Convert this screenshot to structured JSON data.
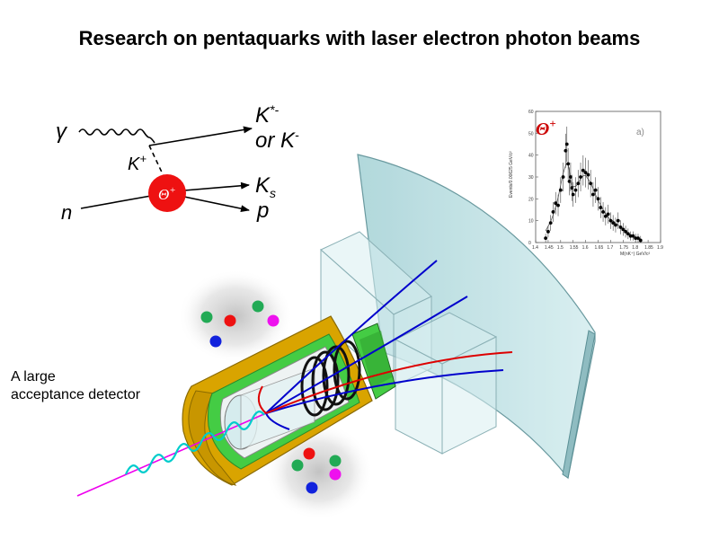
{
  "title": "Research on pentaquarks with laser electron photon beams",
  "detector_label": [
    "A large",
    "acceptance detector"
  ],
  "feynman": {
    "gamma": "γ",
    "kplus_base": "K",
    "kplus_sup": "+",
    "neutron": "n",
    "kstar_base": "K",
    "kstar_sup": "*-",
    "or_text": "or K",
    "or_sup": "-",
    "ks_base": "K",
    "ks_sub": "s",
    "proton": "p",
    "theta_symbol": "Θ",
    "theta_sup": "+"
  },
  "histogram": {
    "theta_symbol": "Θ",
    "theta_sup": "+",
    "panel_label": "a)",
    "ylabel": "Events/0.00625 GeV/c²",
    "xlabel": "M(nK⁺) GeV/c²",
    "x_ticks": [
      "1.4",
      "1.45",
      "1.5",
      "1.55",
      "1.6",
      "1.65",
      "1.7",
      "1.75",
      "1.8",
      "1.85",
      "1.9"
    ],
    "y_ticks": [
      "0",
      "10",
      "20",
      "30",
      "40",
      "50",
      "60"
    ]
  },
  "colors": {
    "theta_fill": "#ee1111",
    "theta_label": "#cc0000",
    "screen": "#c8e6e8",
    "yoke": "#d9a400",
    "green": "#44cc44",
    "track_blue": "#0000cc",
    "track_red": "#dd0000",
    "beam_magenta": "#ee00ee",
    "photon_cyan": "#00cccc"
  },
  "chart_data": {
    "type": "scatter",
    "title": "",
    "xlabel": "M(nK⁺) GeV/c²",
    "ylabel": "Events/0.00625 GeV/c²",
    "xlim": [
      1.4,
      1.9
    ],
    "ylim": [
      0,
      60
    ],
    "grid": false,
    "x": [
      1.44,
      1.45,
      1.46,
      1.47,
      1.48,
      1.49,
      1.5,
      1.51,
      1.52,
      1.525,
      1.53,
      1.535,
      1.54,
      1.545,
      1.55,
      1.56,
      1.57,
      1.58,
      1.59,
      1.6,
      1.61,
      1.62,
      1.63,
      1.64,
      1.65,
      1.66,
      1.67,
      1.68,
      1.69,
      1.7,
      1.71,
      1.72,
      1.73,
      1.74,
      1.75,
      1.76,
      1.77,
      1.78,
      1.79,
      1.8,
      1.81,
      1.82
    ],
    "y": [
      2,
      5,
      9,
      14,
      18,
      17,
      24,
      30,
      42,
      45,
      36,
      28,
      30,
      25,
      22,
      24,
      27,
      30,
      33,
      32,
      31,
      27,
      22,
      24,
      20,
      16,
      14,
      12,
      13,
      10,
      9,
      8,
      10,
      7,
      6,
      5,
      4,
      3,
      3,
      2,
      2,
      1
    ]
  }
}
